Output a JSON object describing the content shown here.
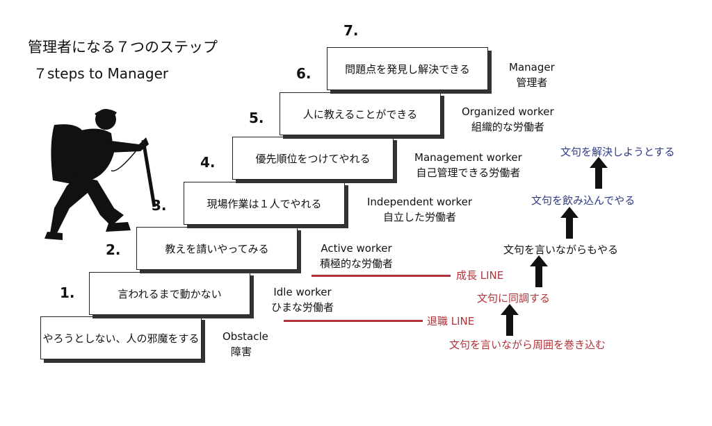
{
  "title": {
    "jp": "管理者になる７つのステップ",
    "en": "７steps to Manager"
  },
  "steps": [
    {
      "num": "",
      "text": "やろうとしない、人の邪魔をする",
      "en": "Obstacle",
      "jp": "障害"
    },
    {
      "num": "1.",
      "text": "言われるまで動かない",
      "en": "Idle worker",
      "jp": "ひまな労働者"
    },
    {
      "num": "2.",
      "text": "教えを請いやってみる",
      "en": "Active worker",
      "jp": "積極的な労働者"
    },
    {
      "num": "3.",
      "text": "現場作業は１人でやれる",
      "en": "Independent worker",
      "jp": "自立した労働者"
    },
    {
      "num": "4.",
      "text": "優先順位をつけてやれる",
      "en": "Management worker",
      "jp": "自己管理できる労働者"
    },
    {
      "num": "5.",
      "text": "人に教えることができる",
      "en": "Organized worker",
      "jp": "組織的な労働者"
    },
    {
      "num": "6.",
      "text": "問題点を発見し解決できる",
      "en": "Manager",
      "jp": "管理者"
    },
    {
      "num": "7.",
      "text": "",
      "en": "",
      "jp": ""
    }
  ],
  "lines": {
    "retire": "退職 LINE",
    "growth": "成長 LINE"
  },
  "flow": [
    "文句を言いながら周囲を巻き込む",
    "文句に同調する",
    "文句を言いながらもやる",
    "文句を飲み込んでやる",
    "文句を解決しようとする"
  ],
  "colors": {
    "red": "#b03238",
    "navy": "#2e3a87"
  },
  "icons": {
    "climber": "hiker-climbing-silhouette-icon",
    "arrow": "arrow-up-icon"
  }
}
